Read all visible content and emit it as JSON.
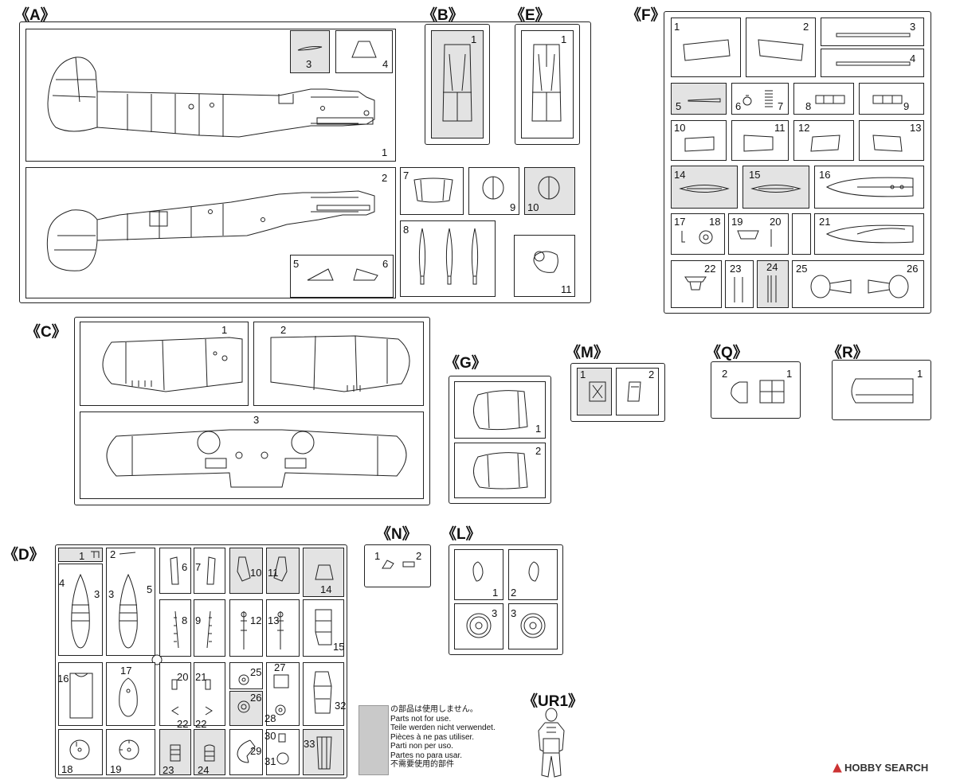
{
  "sections": {
    "A": "《A》",
    "B": "《B》",
    "E": "《E》",
    "F": "《F》",
    "C": "《C》",
    "G": "《G》",
    "M": "《M》",
    "Q": "《Q》",
    "R": "《R》",
    "D": "《D》",
    "N": "《N》",
    "L": "《L》",
    "UR1": "《UR1》"
  },
  "numbers": {
    "n1": "1",
    "n2": "2",
    "n3": "3",
    "n4": "4",
    "n5": "5",
    "n6": "6",
    "n7": "7",
    "n8": "8",
    "n9": "9",
    "n10": "10",
    "n11": "11",
    "n12": "12",
    "n13": "13",
    "n14": "14",
    "n15": "15",
    "n16": "16",
    "n17": "17",
    "n18": "18",
    "n19": "19",
    "n20": "20",
    "n21": "21",
    "n22": "22",
    "n23": "23",
    "n24": "24",
    "n25": "25",
    "n26": "26",
    "n27": "27",
    "n28": "28",
    "n29": "29",
    "n30": "30",
    "n31": "31",
    "n32": "32",
    "n33": "33"
  },
  "legend": {
    "lines": [
      "の部品は使用しません。",
      "Parts not for use.",
      "Teile werden nicht verwendet.",
      "Pièces à ne pas utiliser.",
      "Parti non per uso.",
      "Partes no para usar.",
      "不需要使用的部件"
    ],
    "swatch_color": "#c9c9c9"
  },
  "watermark": "HOBBY SEARCH"
}
